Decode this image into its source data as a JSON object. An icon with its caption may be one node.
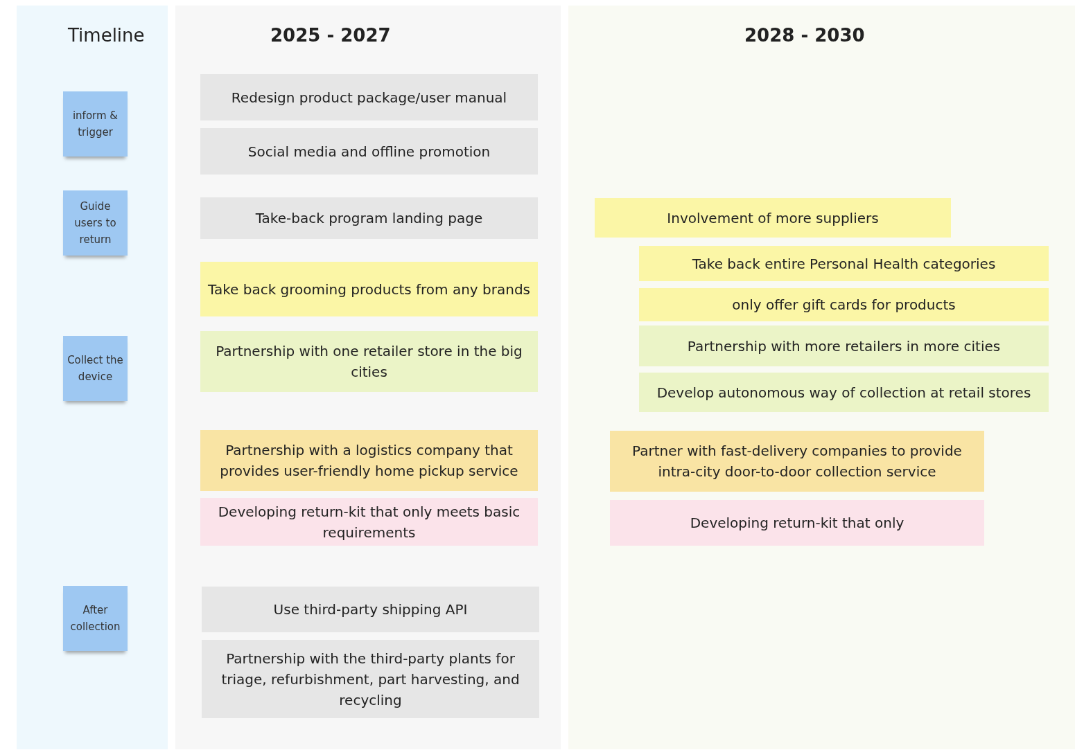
{
  "diagram": {
    "nodes": [
      {
        "text": [
          "Timeline"
        ]
      },
      {
        "text": [
          "inform & trigger"
        ],
        "in": 0
      },
      {
        "text": [
          "Guide users to return"
        ],
        "in": 0
      },
      {
        "text": [
          "Collect the device"
        ],
        "in": 0
      },
      {
        "text": [
          "After collection"
        ],
        "in": 0
      },
      {
        "text": [
          "2025 - 2027"
        ]
      },
      {
        "text": [
          "Redesign product package/user manual"
        ],
        "in": 5
      },
      {
        "text": [
          "Social media and offline promotion"
        ],
        "in": 5
      },
      {
        "text": [
          "Take-back program landing page"
        ],
        "in": 5
      },
      {
        "text": [
          "Take back grooming products from any brands"
        ],
        "in": 5
      },
      {
        "text": [
          "Partnership with one retailer store in the big cities"
        ],
        "in": 5
      },
      {
        "text": [
          "Partnership with a logistics company that provides user-friendly home pickup service"
        ],
        "in": 5
      },
      {
        "text": [
          "Developing return-kit that only meets basic requirements"
        ],
        "in": 5
      },
      {
        "text": [
          "Use third-party shipping API"
        ],
        "in": 5
      },
      {
        "text": [
          "Partnership with the third-party plants for triage, refurbishment, part harvesting, and recycling"
        ],
        "in": 5
      },
      {
        "text": [
          "2028 - 2030"
        ]
      },
      {
        "text": [
          "Involvement of more suppliers"
        ],
        "in": 15
      },
      {
        "text": [
          "Take back entire Personal Health categories"
        ],
        "in": 15
      },
      {
        "text": [
          "only offer gift cards for products"
        ],
        "in": 15
      },
      {
        "text": [
          "Partnership with more retailers in more cities"
        ],
        "in": 15
      },
      {
        "text": [
          "Develop autonomous way of collection at retail stores"
        ],
        "in": 15
      },
      {
        "text": [
          "Partner with fast-delivery companies to provide intra-city door-to-door collection service"
        ],
        "in": 15
      },
      {
        "text": [
          "Developing return-kit that only"
        ],
        "in": 15
      }
    ]
  }
}
